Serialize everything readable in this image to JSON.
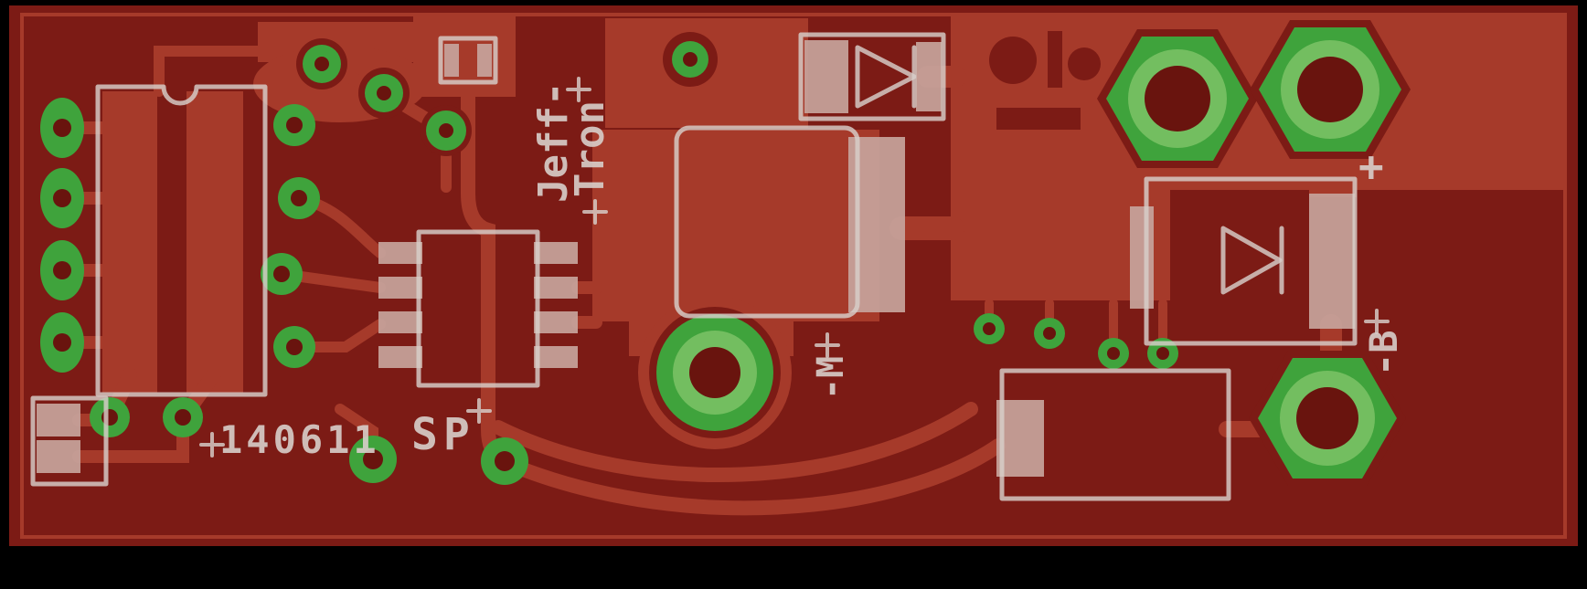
{
  "silkscreen": {
    "designer_line1": "Jeff-",
    "designer_line2": "Tron",
    "date_code": "140611",
    "label_sp": "SP",
    "label_motor_neg": "-M",
    "label_plus": "+",
    "label_batt_neg": "-B"
  },
  "colors": {
    "bg": "#000000",
    "board": "#7c1b15",
    "copper": "#a63a2a",
    "pad": "#3fa33c",
    "pad_light": "#7cc366",
    "hole": "#69140e",
    "silk": "#d8cfca",
    "smd": "#c7a49c"
  }
}
